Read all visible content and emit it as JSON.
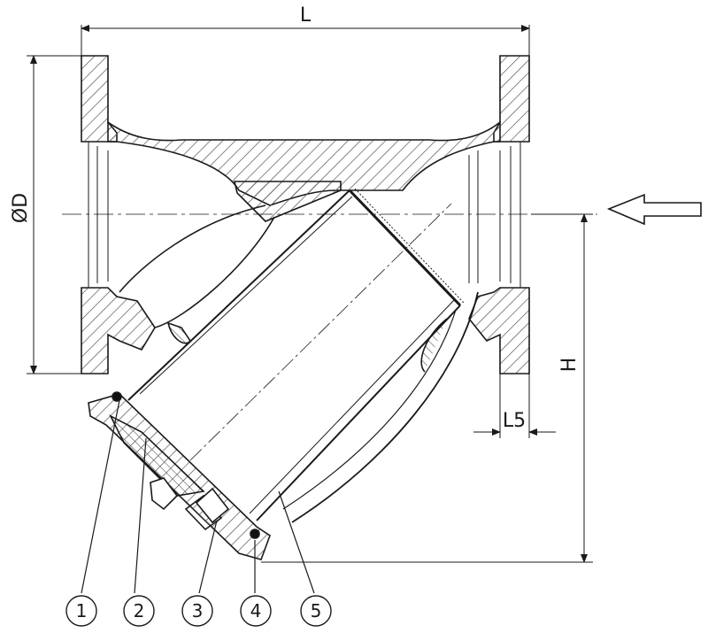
{
  "dimensions": {
    "length": "L",
    "diameter": "ØD",
    "height": "H",
    "flange_thickness": "L5"
  },
  "callouts": [
    "1",
    "2",
    "3",
    "4",
    "5"
  ],
  "flow_direction": "right-to-left",
  "flow_arrow_icon": "arrow-left-outline-icon",
  "colors": {
    "line": "#1a1a1a",
    "hatch": "#555555",
    "background": "#ffffff"
  }
}
